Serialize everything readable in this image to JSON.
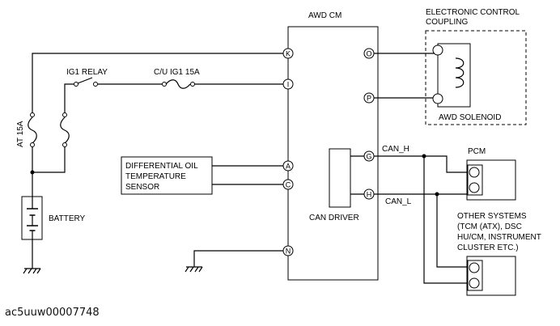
{
  "diagram": {
    "awd_cm": "AWD CM",
    "ecc_line1": "ELECTRONIC CONTROL",
    "ecc_line2": "COUPLING",
    "awd_solenoid": "AWD SOLENOID",
    "ig1_relay": "IG1 RELAY",
    "cu_fuse": "C/U IG1 15A",
    "at_fuse": "AT 15A",
    "battery": "BATTERY",
    "sensor_line1": "DIFFERENTIAL OIL",
    "sensor_line2": "TEMPERATURE",
    "sensor_line3": "SENSOR",
    "can_driver": "CAN DRIVER",
    "can_h": "CAN_H",
    "can_l": "CAN_L",
    "pcm": "PCM",
    "other_line1": "OTHER SYSTEMS",
    "other_line2": "(TCM (ATX), DSC",
    "other_line3": "HU/CM, INSTRUMENT",
    "other_line4": "CLUSTER ETC.)",
    "pins": {
      "K": "K",
      "I": "I",
      "A": "A",
      "C": "C",
      "N": "N",
      "O": "O",
      "P": "P",
      "G": "G",
      "H": "H"
    }
  },
  "caption": "ac5uuw00007748"
}
